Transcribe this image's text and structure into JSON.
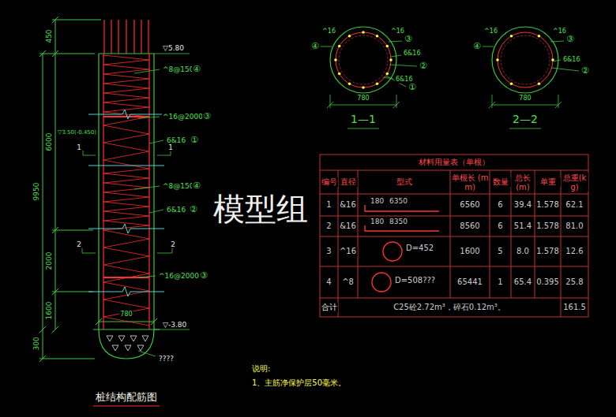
{
  "diagram": {
    "title": "桩结构配筋图",
    "labels": [
      "450",
      "9950",
      "6000",
      "2000",
      "1600",
      "300",
      "▽5.80",
      "^8@150",
      "④",
      "^16@2000",
      "③",
      "▽3.50(-0.450)",
      "6&16",
      "①",
      "1",
      "1",
      "^8@150",
      "④",
      "6&16",
      "②",
      "2",
      "2",
      "^16@2000",
      "③",
      "780",
      "▽-3.80",
      "????",
      "④",
      "^16",
      "^16",
      "③",
      "6&16",
      "②",
      "6&16",
      "①",
      "780",
      "1—1",
      "④",
      "^16",
      "^16",
      "③",
      "6&16",
      "②",
      "780",
      "2—2",
      "材料用量表（单根）",
      "编号",
      "直径",
      "型式",
      "单根长 (mm)",
      "数量",
      "总长 (m)",
      "单重",
      "总重(kg)",
      "1",
      "&16",
      "180",
      "6350",
      "6560",
      "6",
      "39.4",
      "1.578",
      "62.1",
      "2",
      "&16",
      "180",
      "8350",
      "8560",
      "6",
      "51.4",
      "1.578",
      "81.0",
      "3",
      "^16",
      "D=452",
      "1600",
      "5",
      "8.0",
      "1.578",
      "12.6",
      "4",
      "^8",
      "D=508???",
      "65441",
      "1",
      "65.4",
      "0.395",
      "25.8",
      "合计",
      "C25砼2.72m³，碎石0.12m³。",
      "161.5",
      "说明:",
      "1、主筋净保护层50毫米。",
      "模型组"
    ]
  }
}
